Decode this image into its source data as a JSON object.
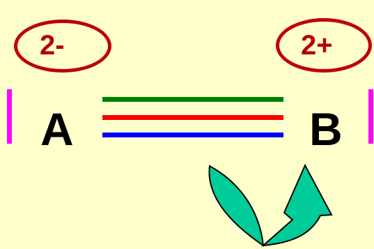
{
  "atoms": {
    "left": {
      "symbol": "A",
      "charge": "2-"
    },
    "right": {
      "symbol": "B",
      "charge": "2+"
    }
  },
  "colors": {
    "background": "#ffffcc",
    "charge_ring": "#c00000",
    "charge_text": "#b30000",
    "edge_bars": "#ff00ff",
    "bond_lines": [
      "#008000",
      "#ff0000",
      "#0000ff"
    ],
    "arrow_fill": "#00cc99"
  },
  "icons": {
    "transfer_arrow": "curved-arrow-icon"
  }
}
